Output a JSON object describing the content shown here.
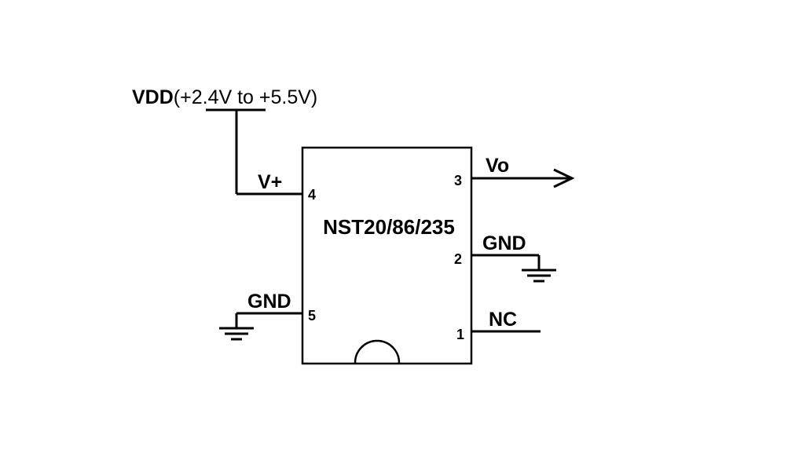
{
  "diagram": {
    "ic_label": "NST20/86/235",
    "supply": {
      "name": "VDD",
      "range": "(+2.4V to +5.5V)"
    },
    "pins": {
      "pin4": {
        "number": "4",
        "label": "V+"
      },
      "pin5": {
        "number": "5",
        "label": "GND"
      },
      "pin3": {
        "number": "3",
        "label": "Vo"
      },
      "pin2": {
        "number": "2",
        "label": "GND"
      },
      "pin1": {
        "number": "1",
        "label": "NC"
      }
    },
    "colors": {
      "line": "#000000",
      "background": "#ffffff"
    }
  }
}
